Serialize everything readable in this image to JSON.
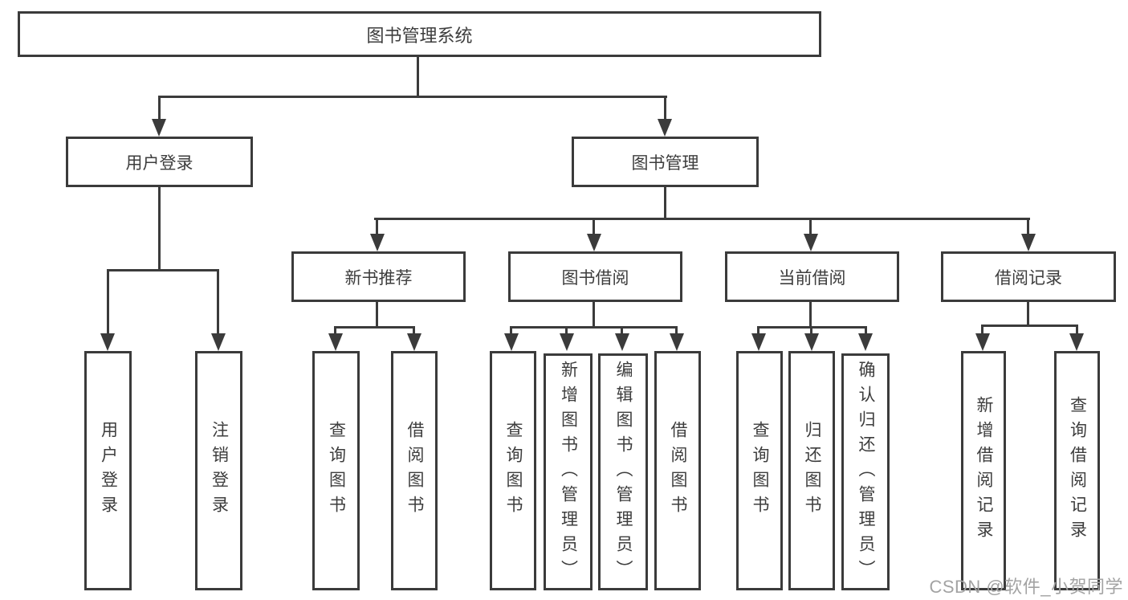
{
  "diagram": {
    "type": "hierarchy-tree",
    "root": {
      "label": "图书管理系统",
      "children": [
        {
          "label": "用户登录",
          "children": [
            {
              "label": "用户登录"
            },
            {
              "label": "注销登录"
            }
          ]
        },
        {
          "label": "图书管理",
          "children": [
            {
              "label": "新书推荐",
              "children": [
                {
                  "label": "查询图书"
                },
                {
                  "label": "借阅图书"
                }
              ]
            },
            {
              "label": "图书借阅",
              "children": [
                {
                  "label": "查询图书"
                },
                {
                  "label": "新增图书（管理员）"
                },
                {
                  "label": "编辑图书（管理员）"
                },
                {
                  "label": "借阅图书"
                }
              ]
            },
            {
              "label": "当前借阅",
              "children": [
                {
                  "label": "查询图书"
                },
                {
                  "label": "归还图书"
                },
                {
                  "label": "确认归还（管理员）"
                }
              ]
            },
            {
              "label": "借阅记录",
              "children": [
                {
                  "label": "新增借阅记录"
                },
                {
                  "label": "查询借阅记录"
                }
              ]
            }
          ]
        }
      ]
    },
    "watermark": "CSDN @软件_小贺同学",
    "colors": {
      "background": "#ffffff",
      "box_border": "#3b3b3b",
      "connector": "#3b3b3b",
      "text": "#3d3d3d",
      "watermark_text": "#a3a3a3"
    }
  }
}
